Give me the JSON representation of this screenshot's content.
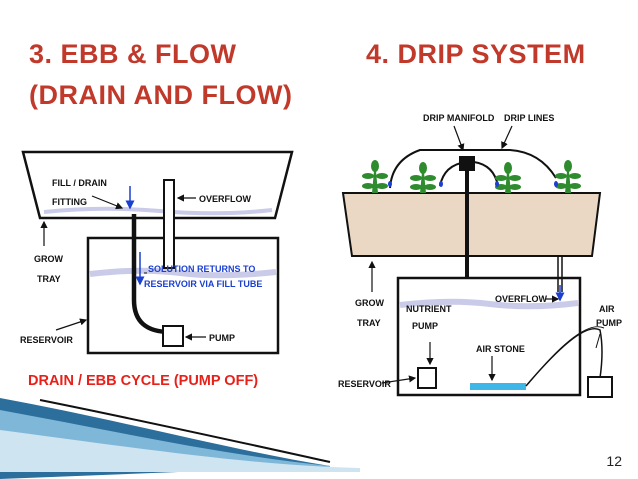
{
  "slide": {
    "title_left_line1": "3. EBB & FLOW",
    "title_left_line2": "(DRAIN AND FLOW)",
    "title_right": "4. DRIP SYSTEM",
    "page_number": "12"
  },
  "ebb_flow": {
    "fill_drain_1": "FILL / DRAIN",
    "fill_drain_2": "FITTING",
    "overflow": "OVERFLOW",
    "grow_1": "GROW",
    "grow_2": "TRAY",
    "solution_1": "SOLUTION RETURNS TO",
    "solution_2": "RESERVOIR VIA FILL TUBE",
    "reservoir": "RESERVOIR",
    "pump": "PUMP",
    "cycle": "DRAIN / EBB CYCLE (PUMP OFF)"
  },
  "drip": {
    "manifold": "DRIP MANIFOLD",
    "drip_lines": "DRIP LINES",
    "grow_1": "GROW",
    "grow_2": "TRAY",
    "nutrient_1": "NUTRIENT",
    "nutrient_2": "PUMP",
    "overflow": "OVERFLOW",
    "air_1": "AIR",
    "air_2": "PUMP",
    "air_stone": "AIR STONE",
    "reservoir": "RESERVOIR"
  },
  "colors": {
    "title": "#c0392b",
    "water": "#c9cbe8",
    "soil": "#ead8c4",
    "plant": "#2e8b2e",
    "air_stone": "#3fb6e8",
    "accent_bar": "#1f4e79"
  }
}
